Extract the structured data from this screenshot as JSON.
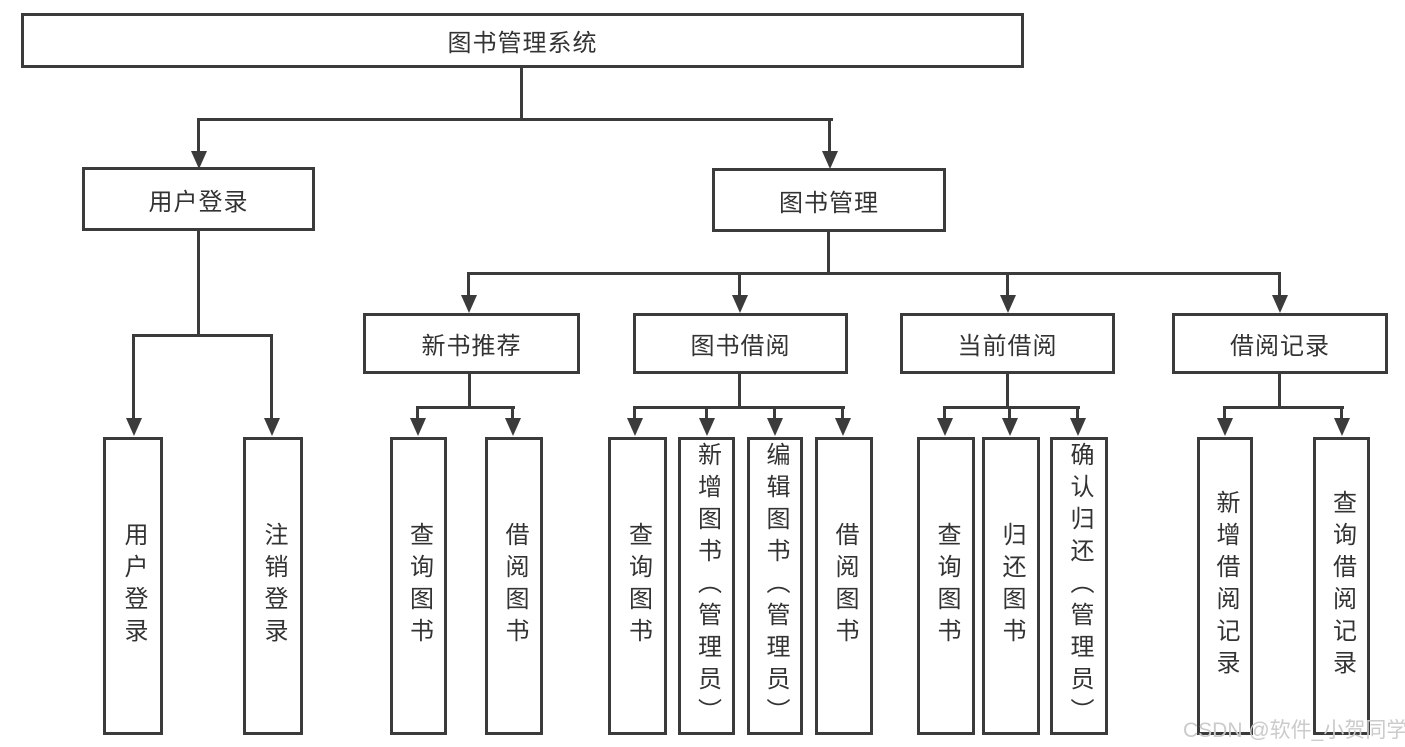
{
  "diagram": {
    "root": "图书管理系统",
    "user_login": {
      "label": "用户登录",
      "children": [
        "用户登录",
        "注销登录"
      ]
    },
    "book_management": {
      "label": "图书管理",
      "groups": [
        {
          "label": "新书推荐",
          "children": [
            "查询图书",
            "借阅图书"
          ]
        },
        {
          "label": "图书借阅",
          "children": [
            "查询图书",
            "新增图书（管理员）",
            "编辑图书（管理员）",
            "借阅图书"
          ]
        },
        {
          "label": "当前借阅",
          "children": [
            "查询图书",
            "归还图书",
            "确认归还（管理员）"
          ]
        },
        {
          "label": "借阅记录",
          "children": [
            "新增借阅记录",
            "查询借阅记录"
          ]
        }
      ]
    }
  },
  "watermark": "CSDN @软件_小贺同学",
  "colors": {
    "border": "#3b3b3b",
    "text": "#333333",
    "background": "#ffffff",
    "watermark": "#cbcbcb"
  }
}
